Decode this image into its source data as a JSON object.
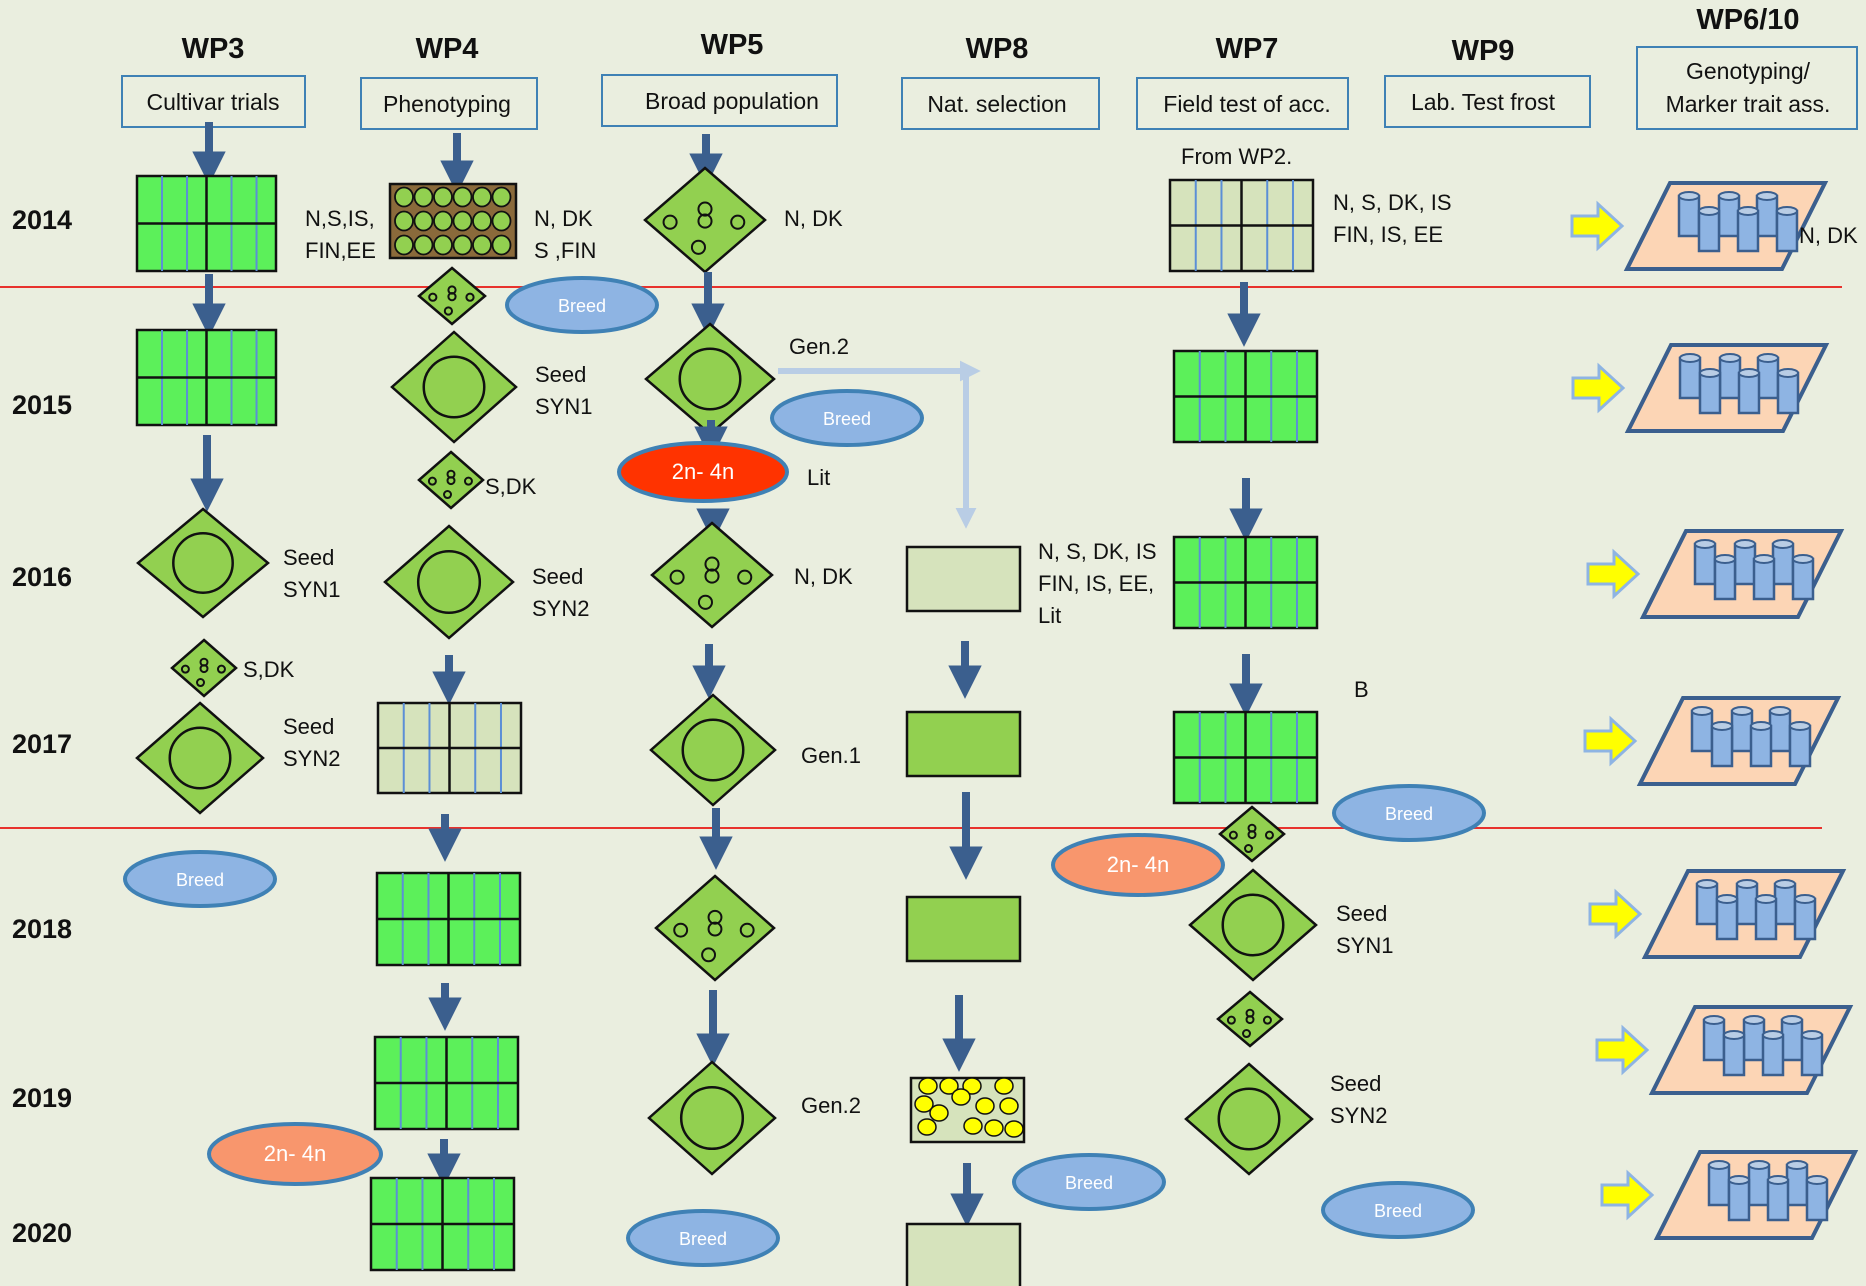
{
  "headers": [
    {
      "wp": "WP3",
      "label": "Cultivar trials"
    },
    {
      "wp": "WP4",
      "label": "Phenotyping"
    },
    {
      "wp": "WP5",
      "label": "Broad population"
    },
    {
      "wp": "WP8",
      "label": "Nat. selection"
    },
    {
      "wp": "WP7",
      "label": "Field test of acc."
    },
    {
      "wp": "WP9",
      "label": "Lab. Test frost"
    },
    {
      "wp": "WP6/10",
      "label": "Genotyping/ Marker trait ass."
    }
  ],
  "years": [
    "2014",
    "2015",
    "2016",
    "2017",
    "2018",
    "2019",
    "2020"
  ],
  "labels": {
    "wp3_2014": "N,S,IS,\nFIN,EE",
    "wp4_2014": "N, DK\nS ,FIN",
    "wp5_2014": "N, DK",
    "wp7_from": "From WP2.",
    "wp7_2014": "N, S, DK, IS\nFIN, IS, EE",
    "wp6_2014": "N, DK",
    "wp4_seed_syn1": "Seed\nSYN1",
    "gen2_top": "Gen.2",
    "wp4_sdk": "S,DK",
    "lit": "Lit",
    "wp3_seed_syn1": "Seed\nSYN1",
    "wp4_seed_syn2": "Seed\nSYN2",
    "wp5_2016": "N, DK",
    "wp8_2016": "N, S, DK, IS\nFIN, IS, EE,\nLit",
    "wp3_sdk": "S,DK",
    "wp3_seed_syn2": "Seed\nSYN2",
    "gen1": "Gen.1",
    "stray_b": "B",
    "wp7_seed_syn1": "Seed\nSYN1",
    "gen2_bottom": "Gen.2",
    "wp7_seed_syn2": "Seed\nSYN2"
  },
  "ovals": {
    "breed": "Breed",
    "ploidy": "2n- 4n"
  },
  "colors": {
    "background": "#eaeedf",
    "plot_green": "#5cf05a",
    "diamond_green": "#92d050",
    "pale_green": "#d6e3bc",
    "arrow_blue": "#3b5f8e",
    "oval_blue": "#8eb4e3",
    "oval_orange": "#f8966d",
    "oval_red": "#ff3300",
    "parallelogram": "#fcd5b5",
    "yellow_arrow": "#ffff00",
    "divider_red": "#e8322d",
    "header_border": "#3f81b5"
  }
}
